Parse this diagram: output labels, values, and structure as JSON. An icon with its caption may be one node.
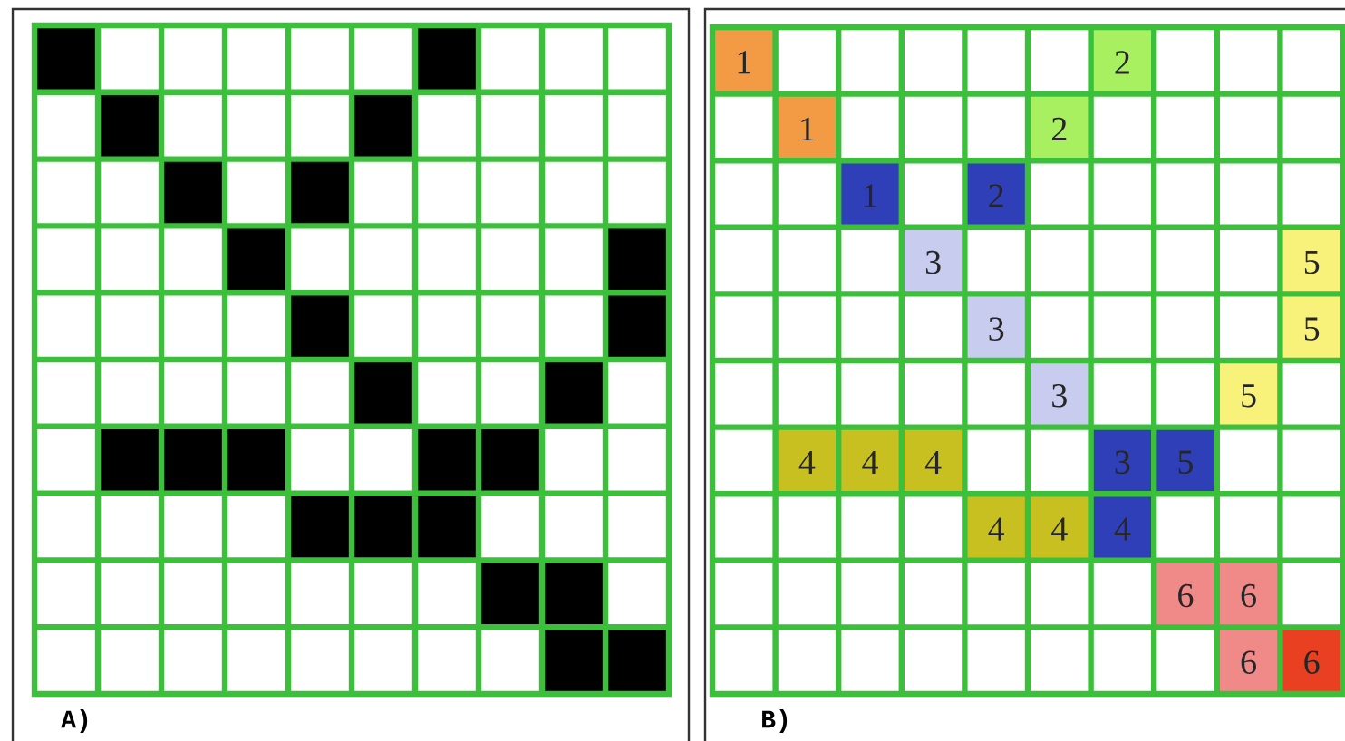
{
  "diagram": {
    "labels": [
      "1",
      "2",
      "1",
      "2",
      "1",
      "2",
      "3",
      "5",
      "3",
      "5",
      "3",
      "5",
      "4",
      "4",
      "4",
      "3",
      "5",
      "4",
      "4",
      "4",
      "6",
      "6",
      "6",
      "6",
      "A)",
      "B)"
    ]
  }
}
